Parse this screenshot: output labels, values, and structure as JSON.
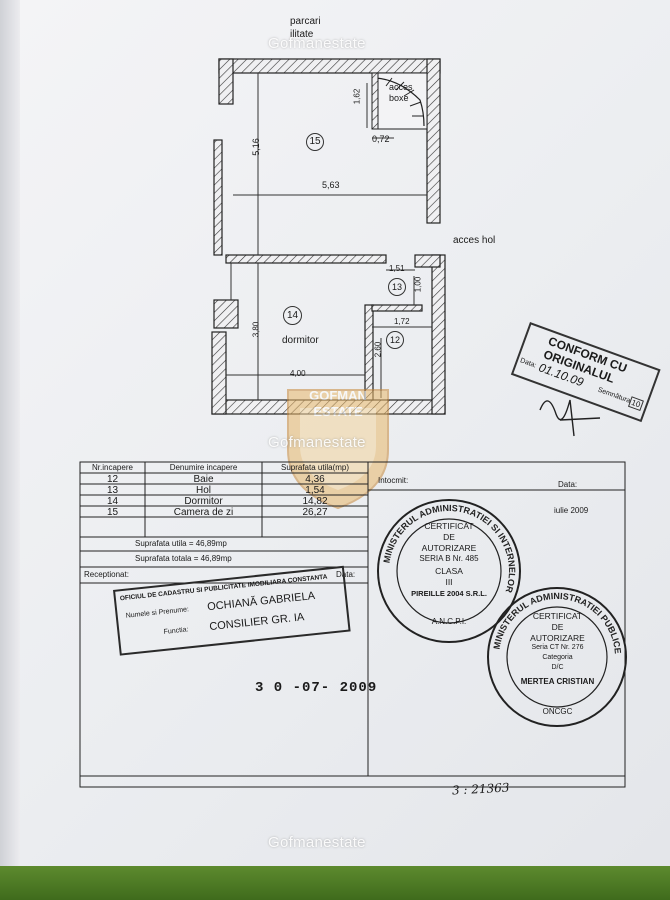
{
  "plan": {
    "top_label_1": "parcari",
    "top_label_2": "ilitate",
    "access_label": "acces hol",
    "stair_label_1": "acces",
    "stair_label_2": "boxe",
    "bedroom_label": "dormitor",
    "dims": {
      "d_162": "1,62",
      "d_072": "0,72",
      "d_516": "5,16",
      "d_563": "5,63",
      "d_151": "1,51",
      "d_100": "1,00",
      "d_172": "1,72",
      "d_380": "3,80",
      "d_260": "2,60",
      "d_400": "4,00"
    },
    "room_numbers": {
      "r15": "15",
      "r14": "14",
      "r13": "13",
      "r12": "12"
    }
  },
  "table": {
    "headers": [
      "Nr.incapere",
      "Denumire incapere",
      "Suprafata utila(mp)"
    ],
    "rows": [
      [
        "12",
        "Baie",
        "4,36"
      ],
      [
        "13",
        "Hol",
        "1,54"
      ],
      [
        "14",
        "Dormitor",
        "14,82"
      ],
      [
        "15",
        "Camera de zi",
        "26,27"
      ]
    ],
    "total_utila": "Suprafata utila = 46,89mp",
    "total_totala": "Suprafata totala = 46,89mp",
    "receptionat": "Receptionat:",
    "data_left": "Data:",
    "intocmit": "Intocmit:",
    "data_right": "Data:",
    "date_right": "iulie 2009"
  },
  "office_stamp": {
    "line1": "OFICIUL DE CADASTRU SI PUBLICITATE IMOBILIARA CONSTANTA",
    "name_label": "Numele si Prenume:",
    "name_value": "OCHIANĂ GABRIELA",
    "func_label": "Functia:",
    "func_value": "CONSILIER GR. IA"
  },
  "date_stamp": "3 0 -07- 2009",
  "conform_stamp": {
    "line1": "CONFORM CU",
    "line2": "ORIGINALUL",
    "date_label": "Data:",
    "date_value": "01.10.09",
    "sign_label": "Semnătura",
    "number": "10"
  },
  "round_stamp_1": {
    "ring": "MINISTERUL ADMINISTRATIEI SI INTERNELOR",
    "bottom": "A.N.C.P.I.",
    "l1": "CERTIFICAT",
    "l2": "DE",
    "l3": "AUTORIZARE",
    "l4": "SERIA B Nr. 485",
    "l5": "CLASA",
    "l6": "III",
    "l7": "PIREILLE 2004 S.R.L."
  },
  "round_stamp_2": {
    "ring": "MINISTERUL ADMINISTRATIEI PUBLICE",
    "bottom": "ONCGC",
    "l1": "CERTIFICAT",
    "l2": "DE",
    "l3": "AUTORIZARE",
    "l4": "Seria CT Nr. 276",
    "l5": "Categoria",
    "l6": "D/C",
    "l7": "MERTEA CRISTIAN"
  },
  "handwritten_number": "3 : 21363",
  "watermarks": [
    "Gofmanestate",
    "Gofmanestate",
    "Gofmanestate"
  ],
  "logo": {
    "text1": "GOFMAN",
    "text2": "ESTATE"
  }
}
